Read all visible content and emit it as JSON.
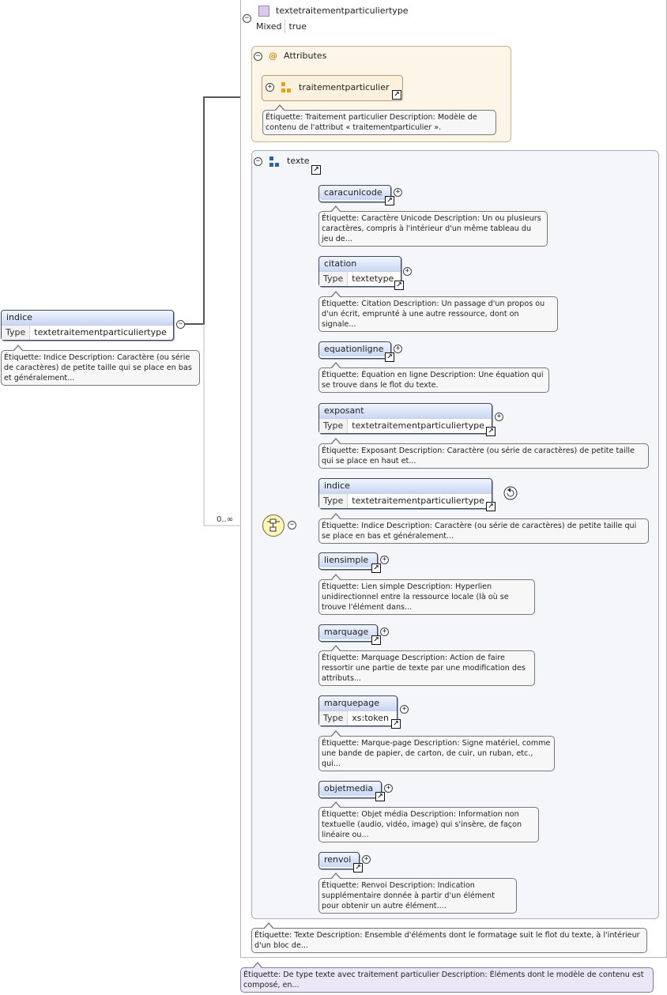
{
  "complex_type": {
    "name": "textetraitementparticuliertype",
    "mixed_label": "Mixed",
    "mixed_value": "true",
    "note": "Étiquette: De type texte avec traitement particulier Description: Éléments dont le modèle de contenu est composé, en..."
  },
  "attributes": {
    "title": "Attributes",
    "item": "traitementparticulier",
    "note": "Étiquette: Traitement particulier Description: Modèle de contenu de l'attribut « traitementparticulier »."
  },
  "root": {
    "name": "indice",
    "type_label": "Type",
    "type_value": "textetraitementparticuliertype",
    "note": "Étiquette: Indice Description: Caractère (ou série de caractères) de petite taille qui se place en bas et généralement..."
  },
  "group": {
    "name": "texte",
    "occurrence": "0..∞",
    "note": "Étiquette: Texte Description: Ensemble d'éléments dont le formatage suit le flot du texte, à l'intérieur d'un bloc de..."
  },
  "children": [
    {
      "name": "caracunicode",
      "note": "Étiquette: Caractère Unicode Description: Un ou plusieurs caractères, compris à l'intérieur d'un même tableau du jeu de..."
    },
    {
      "name": "citation",
      "type_label": "Type",
      "type_value": "textetype",
      "note": "Étiquette: Citation Description: Un passage d'un propos ou d'un écrit, emprunté à une autre ressource, dont on signale..."
    },
    {
      "name": "equationligne",
      "note": "Étiquette: Équation en ligne Description: Une équation qui se trouve dans le flot du texte."
    },
    {
      "name": "exposant",
      "type_label": "Type",
      "type_value": "textetraitementparticuliertype",
      "note": "Étiquette: Exposant Description: Caractère (ou série de caractères) de petite taille qui se place en haut et..."
    },
    {
      "name": "indice",
      "type_label": "Type",
      "type_value": "textetraitementparticuliertype",
      "note": "Étiquette: Indice Description: Caractère (ou série de caractères) de petite taille qui se place en bas et généralement..."
    },
    {
      "name": "liensimple",
      "note": "Étiquette: Lien simple Description: Hyperlien unidirectionnel entre la ressource locale (là où se trouve l'élément dans..."
    },
    {
      "name": "marquage",
      "note": "Étiquette: Marquage Description: Action de faire ressortir une partie de texte par une modification des attributs..."
    },
    {
      "name": "marquepage",
      "type_label": "Type",
      "type_value": "xs:token",
      "note": "Étiquette: Marque-page Description: Signe matériel, comme une bande de papier, de carton, de cuir, un ruban, etc., qui..."
    },
    {
      "name": "objetmedia",
      "note": "Étiquette: Objet média Description: Information non textuelle (audio, vidéo, image) qui s'insère, de façon linéaire ou..."
    },
    {
      "name": "renvoi",
      "note": "Étiquette: Renvoi Description: Indication supplémentaire donnée à partir d'un élément pour obtenir un autre élément...."
    }
  ],
  "icons": {
    "expand": "+",
    "collapse": "−",
    "reference": "↗"
  }
}
